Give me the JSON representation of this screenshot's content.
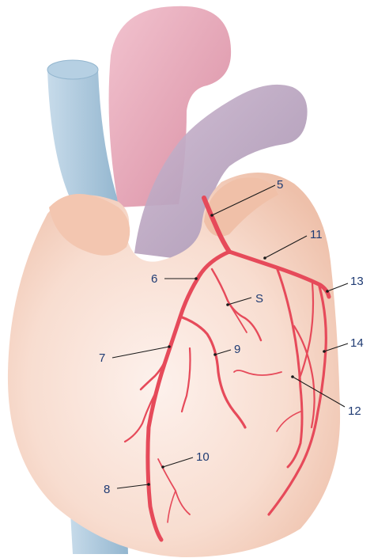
{
  "labels": {
    "l5": "5",
    "l6": "6",
    "l7": "7",
    "l8": "8",
    "l9": "9",
    "l10": "10",
    "l11": "11",
    "l12": "12",
    "l13": "13",
    "l14": "14",
    "lS": "S"
  },
  "colors": {
    "heart": "#f6d2c0",
    "aorta": "#e7a4b6",
    "pulmonary": "#b9a3bf",
    "vena_cava": "#a9c8de",
    "artery": "#e64a5a",
    "label_text": "#1f3b73"
  }
}
